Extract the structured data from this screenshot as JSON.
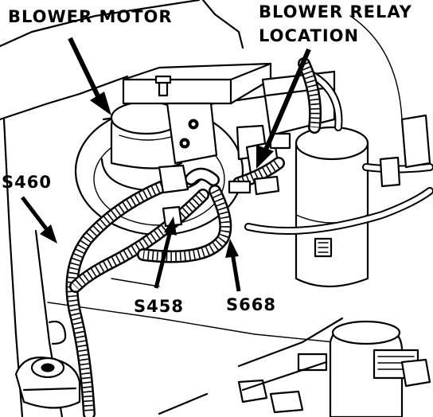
{
  "labels": {
    "blower_motor": "BLOWER MOTOR",
    "blower_relay_line1": "BLOWER RELAY",
    "blower_relay_line2": "LOCATION",
    "s460": "S460",
    "s458": "S458",
    "s668": "S668"
  }
}
